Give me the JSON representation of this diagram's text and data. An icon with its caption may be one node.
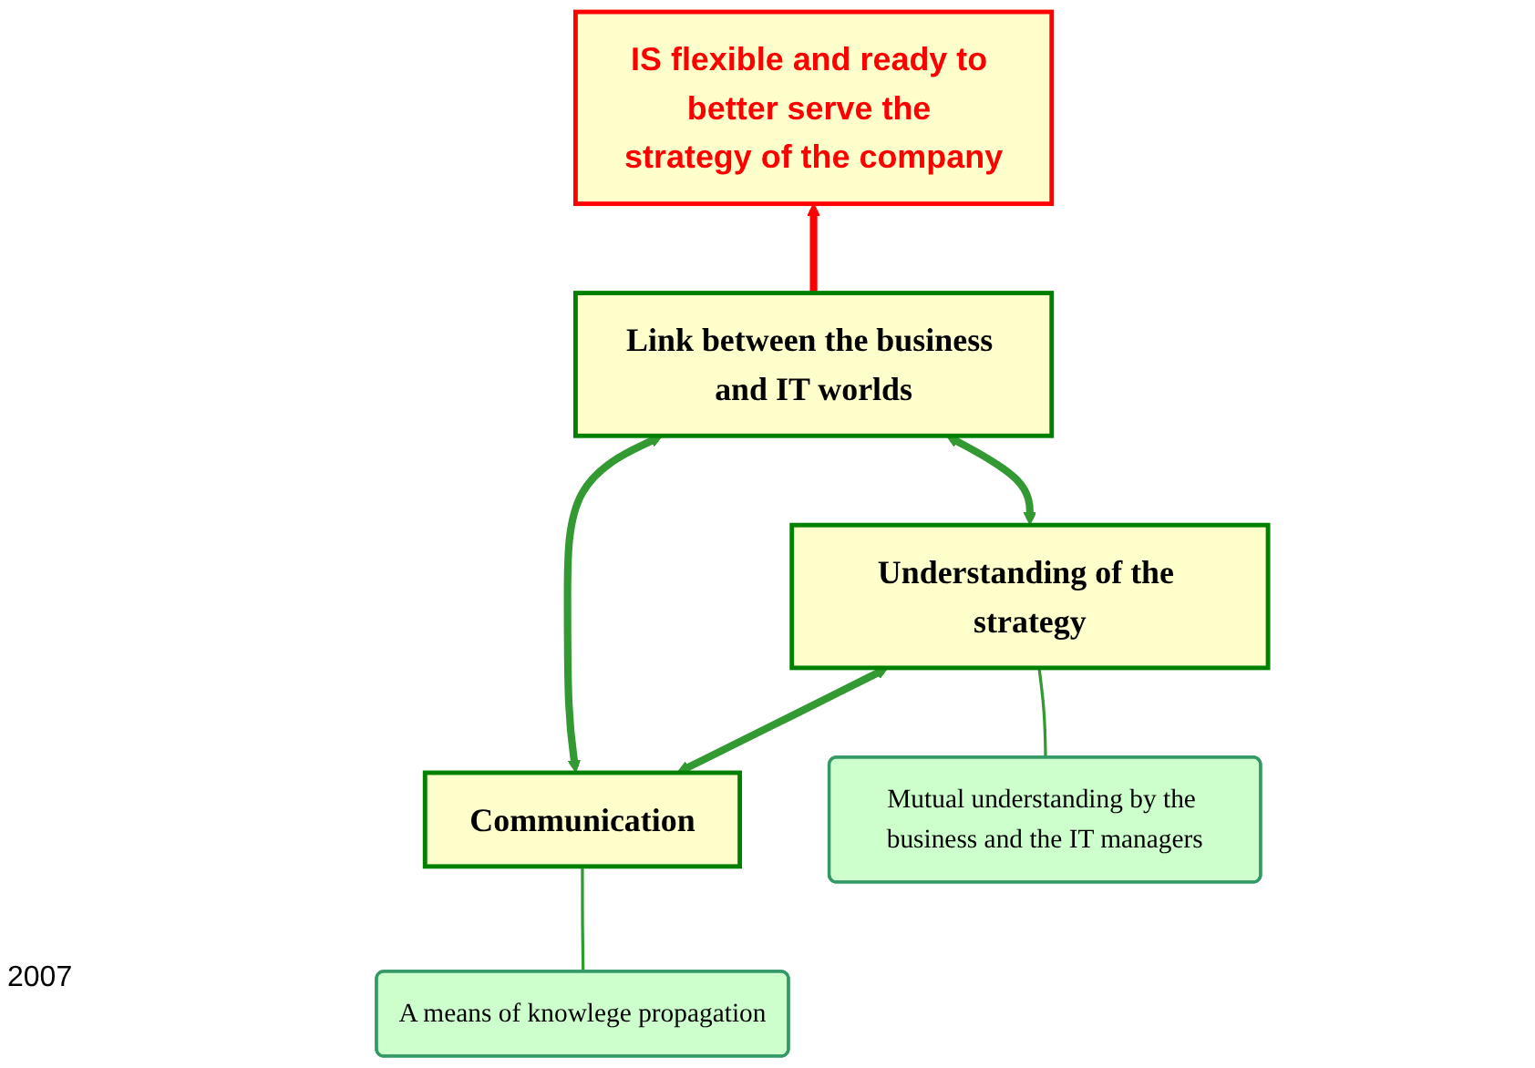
{
  "diagram": {
    "nodes": [
      {
        "text": [
          "IS flexible and ready to better serve the strategy of the company"
        ]
      },
      {
        "text": [
          "Link between the business and IT worlds"
        ]
      },
      {
        "text": [
          "Communication"
        ]
      },
      {
        "text": [
          "Understanding of the strategy"
        ]
      },
      {
        "text": [
          "A means of knowlege propagation"
        ]
      },
      {
        "text": [
          "Mutual understanding by the business and the IT managers"
        ]
      }
    ],
    "edges": [
      {
        "from": 1,
        "to": 0,
        "arrow": "to",
        "color": "#ff0000"
      },
      {
        "from": 2,
        "to": 1,
        "arrow": "both"
      },
      {
        "from": 3,
        "to": 1,
        "arrow": "both"
      },
      {
        "from": 2,
        "to": 3,
        "arrow": "both"
      },
      {
        "from": 4,
        "to": 2,
        "arrow": "none"
      },
      {
        "from": 5,
        "to": 3,
        "arrow": "none"
      }
    ],
    "labels": [
      "2007"
    ]
  }
}
